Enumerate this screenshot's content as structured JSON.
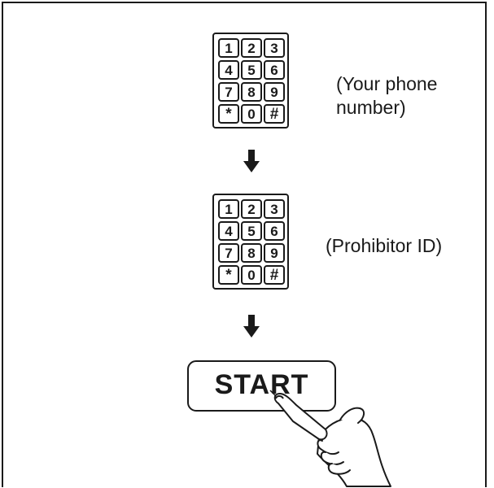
{
  "keypad": {
    "keys": [
      "1",
      "2",
      "3",
      "4",
      "5",
      "6",
      "7",
      "8",
      "9",
      "*",
      "0",
      "#"
    ]
  },
  "step1": {
    "label_line1": "(Your phone",
    "label_line2": "number)"
  },
  "step2": {
    "label": "(Prohibitor ID)"
  },
  "start_button": {
    "label": "START"
  },
  "icons": {
    "arrow": "down-arrow-icon",
    "hand": "pointing-hand-icon"
  },
  "colors": {
    "ink": "#1a1a1a",
    "background": "#ffffff"
  }
}
